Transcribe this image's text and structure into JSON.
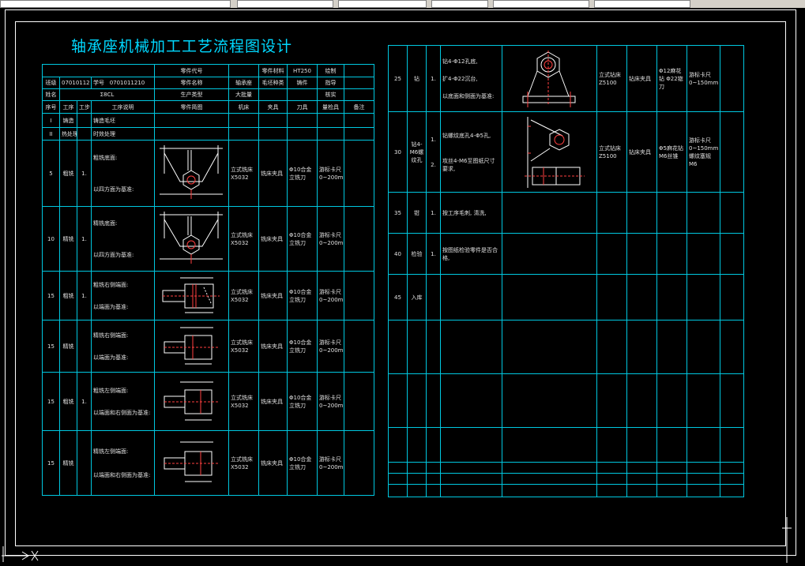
{
  "title": "轴承座机械加工工艺流程图设计",
  "left": {
    "header": {
      "part_code_label": "零件代号",
      "material_label": "零件材料",
      "material": "HT250",
      "draw_label": "绘制",
      "class_label": "班级",
      "class_value": "07010112",
      "id_label": "学号",
      "id_value": "0701011210",
      "part_name_label": "零件名称",
      "part_name": "轴承座",
      "blank_type": "毛坯种类",
      "cast": "铸件",
      "guide_label": "指导",
      "name_label": "姓名",
      "name_value": "Σ8CL",
      "output_label": "生产类型",
      "batch": "大批量",
      "check_label": "核实",
      "col_seq": "序号",
      "col_step": "工序",
      "col_substep": "工步",
      "col_desc": "工序说明",
      "col_sketch": "零件简图",
      "col_machine": "机床",
      "col_fixture": "夹具",
      "col_tool": "刀具",
      "col_gauge": "量检具",
      "col_note": "备注"
    },
    "rows": [
      {
        "seq": "I",
        "op": "铸造",
        "sub": "",
        "desc": "铸造毛坯",
        "machine": "",
        "fixture": "",
        "tool": "",
        "gauge": ""
      },
      {
        "seq": "II",
        "op": "热处理",
        "sub": "",
        "desc": "时效处理",
        "machine": "",
        "fixture": "",
        "tool": "",
        "gauge": ""
      },
      {
        "seq": "5",
        "op": "粗铣",
        "sub": "1.",
        "desc": "粗铣底面:",
        "base": "以四方面为基准:",
        "machine": "立式铣床X5032",
        "fixture": "铣床夹具",
        "tool": "Φ10合金立铣刀",
        "gauge": "游标卡尺0~200mm"
      },
      {
        "seq": "10",
        "op": "精铣",
        "sub": "1.",
        "desc": "精铣底面:",
        "base": "以四方面为基准:",
        "machine": "立式铣床X5032",
        "fixture": "铣床夹具",
        "tool": "Φ10合金立铣刀",
        "gauge": "游标卡尺0~200mm"
      },
      {
        "seq": "15",
        "op": "粗铣",
        "sub": "1.",
        "desc": "粗铣右侧端面:",
        "base": "以端面为基准:",
        "machine": "立式铣床X5032",
        "fixture": "铣床夹具",
        "tool": "Φ10合金立铣刀",
        "gauge": "游标卡尺0~200mm"
      },
      {
        "seq": "15",
        "op": "精铣",
        "sub": "",
        "desc": "精铣右侧端面:",
        "base": "以端面为基准:",
        "machine": "立式铣床X5032",
        "fixture": "铣床夹具",
        "tool": "Φ10合金立铣刀",
        "gauge": "游标卡尺0~200mm"
      },
      {
        "seq": "15",
        "op": "粗铣",
        "sub": "1.",
        "desc": "粗铣左侧端面:",
        "base": "以端面和右侧面为基准:",
        "machine": "立式铣床X5032",
        "fixture": "铣床夹具",
        "tool": "Φ10合金立铣刀",
        "gauge": "游标卡尺0~200mm"
      },
      {
        "seq": "15",
        "op": "精铣",
        "sub": "",
        "desc": "精铣左侧端面:",
        "base": "以端面和右侧面为基准:",
        "machine": "立式铣床X5032",
        "fixture": "铣床夹具",
        "tool": "Φ10合金立铣刀",
        "gauge": "游标卡尺0~200mm"
      }
    ]
  },
  "right": {
    "rows": [
      {
        "seq": "25",
        "op": "钻",
        "sub": "1.",
        "desc1": "钻4-Φ12孔底,",
        "desc2": "扩4-Φ22沉台,",
        "desc3": "以底面和侧面为基准:",
        "machine": "立式钻床Z5100",
        "fixture": "钻床夹具",
        "tool": "Φ12麻花钻 Φ22锪刀",
        "gauge": "游标卡尺0~150mm"
      },
      {
        "seq": "30",
        "op": "钻4-M6螺纹孔",
        "sub1": "1.",
        "sub2": "2.",
        "desc1": "钻螺纹底孔4-Φ5孔,",
        "desc2": "攻丝4-M6至图纸尺寸要求,",
        "machine": "立式钻床Z5100",
        "fixture": "钻床夹具",
        "tool": "Φ5麻花钻 M6丝锥",
        "gauge": "游标卡尺0~150mm 螺纹塞规M6"
      },
      {
        "seq": "35",
        "op": "钳",
        "sub": "1.",
        "desc1": "按工序毛刺, 清洗,"
      },
      {
        "seq": "40",
        "op": "检验",
        "sub": "1.",
        "desc1": "按图纸检验零件是否合格,"
      },
      {
        "seq": "45",
        "op": "入库"
      }
    ]
  },
  "colors": {
    "grid": "#00c8e0",
    "title": "#00d8ff",
    "background": "#000000"
  }
}
